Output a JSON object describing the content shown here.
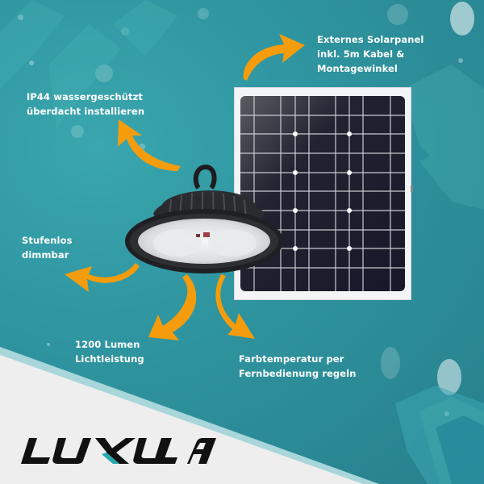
{
  "brand": {
    "logo_text": "LUXULA",
    "accent_color": "#2aa6ad",
    "text_color": "#111111"
  },
  "colors": {
    "background_teal": "#2d8e99",
    "arrow_orange": "#f59c0c",
    "label_white": "#ffffff",
    "footer_light": "#eeeeee",
    "footer_stripe": "#a8d8dc"
  },
  "features": [
    {
      "id": "solar",
      "lines": [
        "Externes Solarpanel",
        "inkl. 5m Kabel &",
        "Montagewinkel"
      ]
    },
    {
      "id": "ip44",
      "lines": [
        "IP44 wassergeschützt",
        "überdacht installieren"
      ]
    },
    {
      "id": "dimm",
      "lines": [
        "Stufenlos",
        "dimmbar"
      ]
    },
    {
      "id": "lumen",
      "lines": [
        "1200 Lumen",
        "Lichtleistung"
      ]
    },
    {
      "id": "color",
      "lines": [
        "Farbtemperatur per",
        "Fernbedienung regeln"
      ]
    }
  ],
  "product": {
    "lamp": "ufo-led-high-bay-lamp",
    "panel": "solar-panel"
  }
}
